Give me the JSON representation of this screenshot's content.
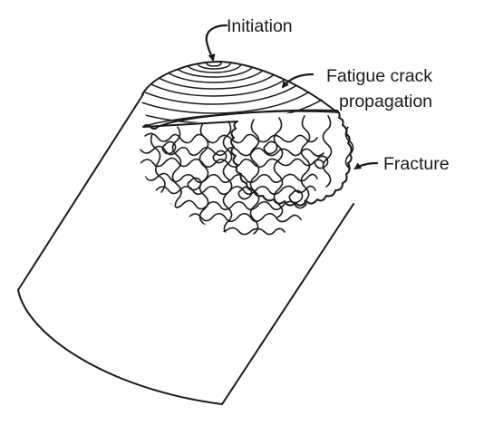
{
  "labels": {
    "initiation": "Initiation",
    "propagation_line1": "Fatigue crack",
    "propagation_line2": "propagation",
    "fracture": "Fracture"
  },
  "colors": {
    "ink": "#1a1a1a",
    "background": "#ffffff"
  }
}
